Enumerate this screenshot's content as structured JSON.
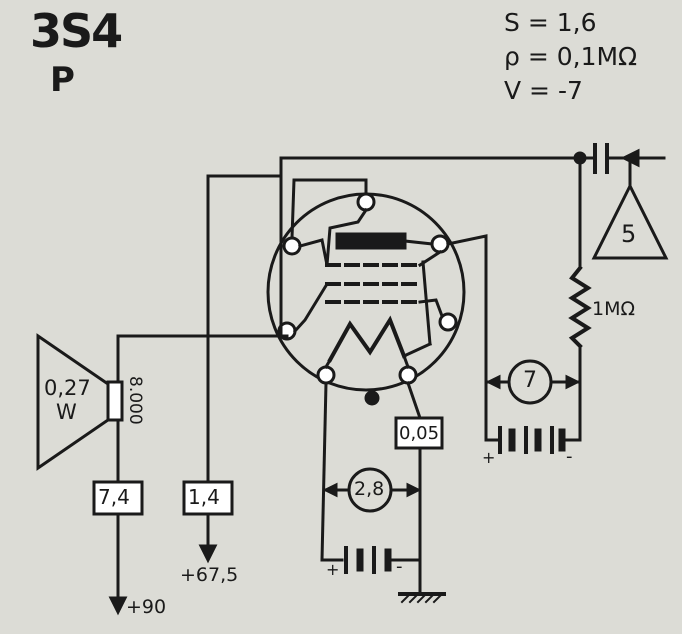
{
  "tube": {
    "type": "3S4",
    "function": "P"
  },
  "parameters": [
    "S = 1,6",
    "ρ = 0,1MΩ",
    "V = -7"
  ],
  "components": {
    "speaker_power": "0,27",
    "speaker_power_unit": "W",
    "speaker_impedance": "8.000",
    "input_signal": "5",
    "grid_resistor": "1MΩ",
    "bias_battery": "7",
    "filament_current": "0,05",
    "filament_battery": "2,8",
    "plate_current": "7,4",
    "screen_current": "1,4",
    "screen_voltage": "+67,5",
    "plate_voltage": "+90"
  },
  "polarity": {
    "plus": "+",
    "minus": "-"
  },
  "colors": {
    "ink": "#1a1a1a",
    "paper": "#dcdcd6"
  }
}
